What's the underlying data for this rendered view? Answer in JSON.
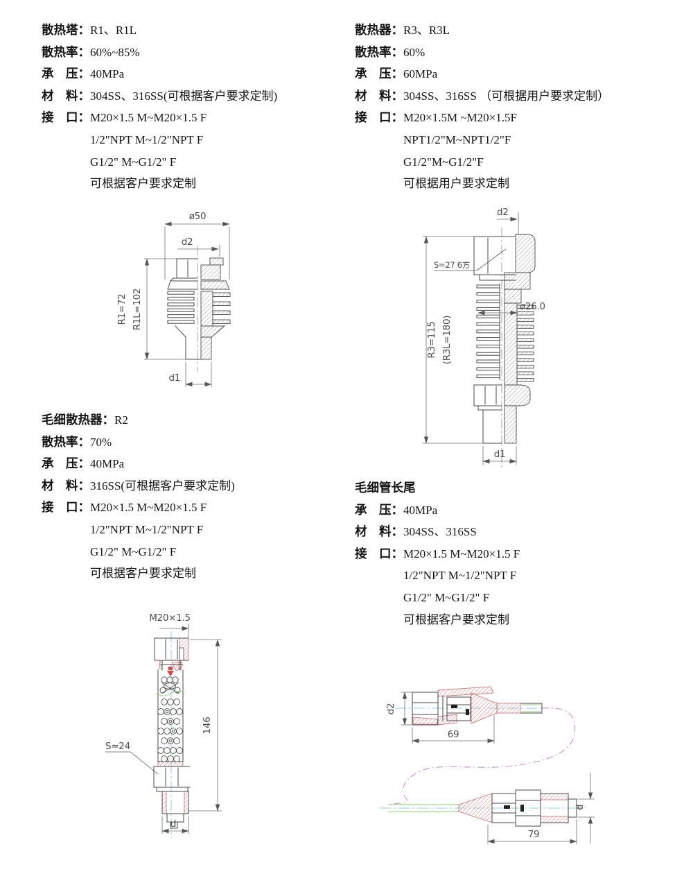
{
  "specs": {
    "r1": {
      "rows": [
        {
          "label": "散热塔：",
          "value": "R1、R1L"
        },
        {
          "label": "散热率：",
          "value": "60%~85%"
        },
        {
          "label": "承　压：",
          "value": "40MPa"
        },
        {
          "label": "材　料：",
          "value": "304SS、316SS(可根据客户要求定制)"
        },
        {
          "label": "接　口：",
          "value": "M20×1.5 M~M20×1.5 F"
        }
      ],
      "extra": [
        "1/2\"NPT M~1/2\"NPT F",
        "G1/2\" M~G1/2\" F",
        "可根据客户要求定制"
      ]
    },
    "r3": {
      "rows": [
        {
          "label": "散热器：",
          "value": "R3、R3L"
        },
        {
          "label": "散热率：",
          "value": "60%"
        },
        {
          "label": "承　压：",
          "value": "60MPa"
        },
        {
          "label": "材　料：",
          "value": "304SS、316SS （可根据用户要求定制）"
        },
        {
          "label": "接　口：",
          "value": "M20×1.5M ~M20×1.5F"
        }
      ],
      "extra": [
        "NPT1/2\"M~NPT1/2\"F",
        "G1/2\"M~G1/2\"F",
        "可根据用户要求定制"
      ]
    },
    "r2": {
      "rows": [
        {
          "label": "毛细散热器：",
          "value": "R2"
        },
        {
          "label": "散热率：",
          "value": "70%"
        },
        {
          "label": "承　压：",
          "value": "40MPa"
        },
        {
          "label": "材　料：",
          "value": "316SS(可根据客户要求定制)"
        },
        {
          "label": "接　口：",
          "value": "M20×1.5 M~M20×1.5 F"
        }
      ],
      "extra": [
        "1/2\"NPT M~1/2\"NPT F",
        "G1/2\" M~G1/2\" F",
        "可根据客户要求定制"
      ]
    },
    "tail": {
      "title": "毛细管长尾",
      "rows": [
        {
          "label": "承　压：",
          "value": "40MPa"
        },
        {
          "label": "材　料：",
          "value": "304SS、316SS"
        },
        {
          "label": "接　口：",
          "value": "M20×1.5 M~M20×1.5 F"
        }
      ],
      "extra": [
        "1/2\"NPT M~1/2\"NPT F",
        "G1/2\" M~G1/2\" F",
        "可根据客户要求定制"
      ]
    }
  },
  "drawings": {
    "r1": {
      "od": "ø50",
      "d2": "d2",
      "h_outer": "R1=72",
      "h_inner": "R1L=102",
      "d1": "d1"
    },
    "r3": {
      "d2": "d2",
      "hex": "S=27 6方",
      "od": "ø26.0",
      "h1": "R3=115",
      "h2": "(R3L=180)",
      "d1": "d1"
    },
    "r2": {
      "thread": "M20×1.5",
      "len": "146",
      "hex": "S=24",
      "d": "d"
    },
    "tail": {
      "d2": "d2",
      "len_top": "69",
      "len_bottom": "79",
      "d": "d"
    }
  },
  "colors": {
    "outline": "#4a4a4a",
    "dimension": "#4d4d4d",
    "hatch_red": "#e26b6b",
    "centerline_cyan": "#8fd2da",
    "tube_green": "#8cc878",
    "capillary_purple": "#c193d1"
  }
}
